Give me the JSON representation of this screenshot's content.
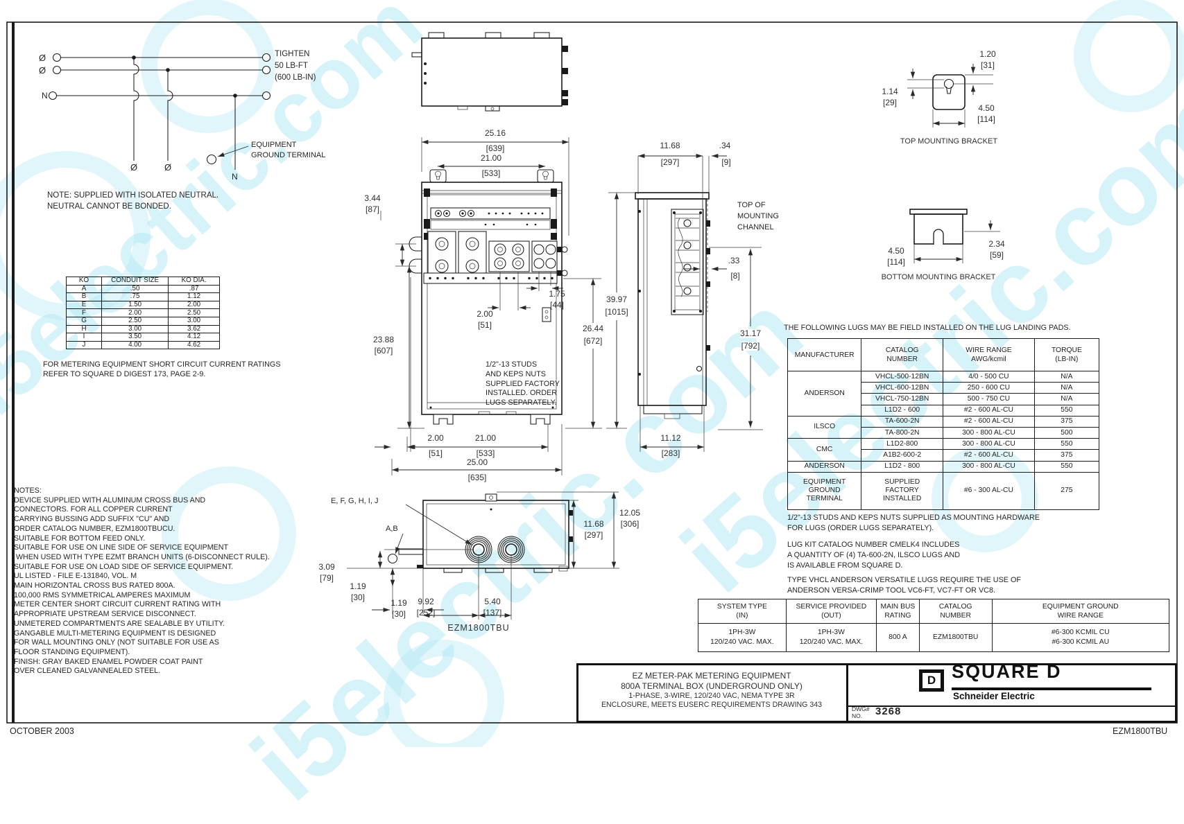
{
  "watermark": {
    "text": "i5electric.com",
    "color": "#b5eaf5"
  },
  "sheet": {
    "issue_date": "OCTOBER 2003",
    "doc_ref": "EZM1800TBU"
  },
  "schematic": {
    "phase_a": "Ø",
    "phase_b": "Ø",
    "neutral": "N",
    "tap_a": "Ø",
    "tap_b": "Ø",
    "tap_n": "N",
    "tighten_note": "TIGHTEN\n50 LB-FT\n(600 LB-IN)",
    "ground_label": "EQUIPMENT\nGROUND TERMINAL",
    "isolated_note": "NOTE: SUPPLIED WITH ISOLATED NEUTRAL.\nNEUTRAL CANNOT BE BONDED."
  },
  "ko_table": {
    "headers": [
      "KO",
      "CONDUIT SIZE",
      "KO DIA."
    ],
    "rows": [
      [
        "A",
        ".50",
        ".87"
      ],
      [
        "B",
        ".75",
        "1.12"
      ],
      [
        "E",
        "1.50",
        "2.00"
      ],
      [
        "F",
        "2.00",
        "2.50"
      ],
      [
        "G",
        "2.50",
        "3.00"
      ],
      [
        "H",
        "3.00",
        "3.62"
      ],
      [
        "I",
        "3.50",
        "4.12"
      ],
      [
        "J",
        "4.00",
        "4.62"
      ]
    ],
    "footnote": "FOR METERING EQUIPMENT SHORT CIRCUIT CURRENT RATINGS\nREFER TO SQUARE D DIGEST 173, PAGE 2-9."
  },
  "notes": {
    "text": "NOTES:\nDEVICE SUPPLIED WITH ALUMINUM CROSS BUS AND\nCONNECTORS. FOR ALL COPPER CURRENT\nCARRYING BUSSING ADD SUFFIX \"CU\" AND\nORDER CATALOG NUMBER, EZM1800TBUCU.\nSUITABLE FOR BOTTOM FEED ONLY.\nSUITABLE FOR USE ON LINE SIDE OF SERVICE EQUIPMENT\n WHEN USED WITH TYPE EZMT BRANCH UNITS (6-DISCONNECT RULE).\nSUITABLE FOR USE ON LOAD SIDE OF SERVICE EQUIPMENT.\nUL LISTED - FILE E-131840, VOL. M\nMAIN HORIZONTAL CROSS BUS RATED 800A.\n100,000 RMS SYMMETRICAL AMPERES MAXIMUM\nMETER CENTER SHORT CIRCUIT CURRENT RATING WITH\nAPPROPRIATE UPSTREAM SERVICE DISCONNECT.\nUNMETERED COMPARTMENTS ARE SEALABLE BY UTILITY.\nGANGABLE MULTI-METERING EQUIPMENT IS DESIGNED\nFOR WALL MOUNTING ONLY (NOT SUITABLE FOR USE AS\nFLOOR STANDING EQUIPMENT).\nFINISH: GRAY BAKED ENAMEL POWDER COAT PAINT\nOVER CLEANED GALVANNEALED STEEL."
  },
  "views": {
    "studs_note": "1/2\"-13 STUDS\nAND KEPS NUTS\nSUPPLIED FACTORY\nINSTALLED. ORDER\nLUGS SEPARATELY.",
    "side_channel_label": "TOP OF\nMOUNTING\nCHANNEL",
    "bottom_callout_large": "E, F, G, H, I, J",
    "bottom_callout_small": "A,B",
    "bottom_view_name": "EZM1800TBU",
    "top_bracket_label": "TOP MOUNTING BRACKET",
    "bottom_bracket_label": "BOTTOM MOUNTING BRACKET"
  },
  "dims": {
    "in_2516": "25.16",
    "mm_639": "[639]",
    "in_2100": "21.00",
    "mm_533": "[533]",
    "in_344": "3.44",
    "mm_87": "[87]",
    "in_2388": "23.88",
    "mm_607": "[607]",
    "in_200": "2.00",
    "mm_51": "[51]",
    "in_175": "1.75",
    "mm_44": "[44]",
    "in_2644": "26.44",
    "mm_672": "[672]",
    "in_2500": "25.00",
    "mm_635": "[635]",
    "in_1168": "11.68",
    "mm_297": "[297]",
    "in_034": ".34",
    "mm_9": "[9]",
    "in_033": ".33",
    "mm_8": "[8]",
    "in_3997": "39.97",
    "mm_1015": "[1015]",
    "in_3117": "31.17",
    "mm_792": "[792]",
    "in_1112": "11.12",
    "mm_283": "[283]",
    "in_120": "1.20",
    "mm_31": "[31]",
    "in_114": "1.14",
    "mm_29": "[29]",
    "in_450": "4.50",
    "mm_114": "[114]",
    "in_234": "2.34",
    "mm_59": "[59]",
    "in_1205": "12.05",
    "mm_306": "[306]",
    "in_309": "3.09",
    "mm_79": "[79]",
    "in_119": "1.19",
    "mm_30": "[30]",
    "in_992": "9.92",
    "mm_252": "[252]",
    "in_540": "5.40",
    "mm_137": "[137]"
  },
  "lug_table": {
    "intro": "THE FOLLOWING LUGS MAY BE FIELD INSTALLED ON THE LUG LANDING PADS.",
    "headers": [
      "MANUFACTURER",
      "CATALOG\nNUMBER",
      "WIRE RANGE\nAWG/kcmil",
      "TORQUE\n(LB-IN)"
    ],
    "groups": [
      {
        "manufacturer": "ANDERSON",
        "rows": [
          [
            "VHCL-500-12BN",
            "4/0 - 500 CU",
            "N/A"
          ],
          [
            "VHCL-600-12BN",
            "250 - 600 CU",
            "N/A"
          ],
          [
            "VHCL-750-12BN",
            "500 - 750 CU",
            "N/A"
          ],
          [
            "L1D2 - 600",
            "#2 - 600 AL-CU",
            "550"
          ]
        ]
      },
      {
        "manufacturer": "ILSCO",
        "rows": [
          [
            "TA-600-2N",
            "#2 - 600 AL-CU",
            "375"
          ],
          [
            "TA-800-2N",
            "300 - 800 AL-CU",
            "500"
          ]
        ]
      },
      {
        "manufacturer": "CMC",
        "rows": [
          [
            "L1D2-800",
            "300 - 800 AL-CU",
            "550"
          ],
          [
            "A1B2-600-2",
            "#2 - 600 AL-CU",
            "375"
          ]
        ]
      },
      {
        "manufacturer": "ANDERSON",
        "rows": [
          [
            "L1D2 - 800",
            "300 - 800 AL-CU",
            "550"
          ]
        ]
      },
      {
        "manufacturer": "EQUIPMENT\nGROUND\nTERMINAL",
        "rows": [
          [
            "SUPPLIED\nFACTORY\nINSTALLED",
            "#6 - 300 AL-CU",
            "275"
          ]
        ]
      }
    ],
    "note1": "1/2\"-13 STUDS AND KEPS NUTS SUPPLIED AS MOUNTING HARDWARE\nFOR LUGS (ORDER LUGS SEPARATELY).",
    "note2": "LUG KIT CATALOG NUMBER CMELK4 INCLUDES\nA QUANTITY OF (4) TA-600-2N, ILSCO LUGS AND\nIS AVAILABLE FROM SQUARE D.",
    "note3": "TYPE VHCL ANDERSON VERSATILE LUGS REQUIRE THE USE OF\nANDERSON VERSA-CRIMP TOOL VC6-FT, VC7-FT OR VC8."
  },
  "spec_table": {
    "headers": [
      "SYSTEM TYPE\n(IN)",
      "SERVICE PROVIDED\n(OUT)",
      "MAIN BUS\nRATING",
      "CATALOG\nNUMBER",
      "EQUIPMENT GROUND\nWIRE RANGE"
    ],
    "row": [
      "1PH-3W\n120/240 VAC. MAX.",
      "1PH-3W\n120/240 VAC. MAX.",
      "800 A",
      "EZM1800TBU",
      "#6-300 KCMIL CU\n#6-300 KCMIL AU"
    ]
  },
  "title_block": {
    "title_main": "EZ METER-PAK METERING EQUIPMENT\n800A TERMINAL BOX (UNDERGROUND ONLY)",
    "title_sub": "1-PHASE, 3-WIRE, 120/240 VAC, NEMA TYPE 3R\nENCLOSURE, MEETS EUSERC REQUIREMENTS DRAWING 343",
    "brand": "SQUARE D",
    "brand_sub": "Schneider Electric",
    "logo_letter": "D",
    "dwg_label": "DWG#\nNO.",
    "dwg_number": "3268"
  }
}
